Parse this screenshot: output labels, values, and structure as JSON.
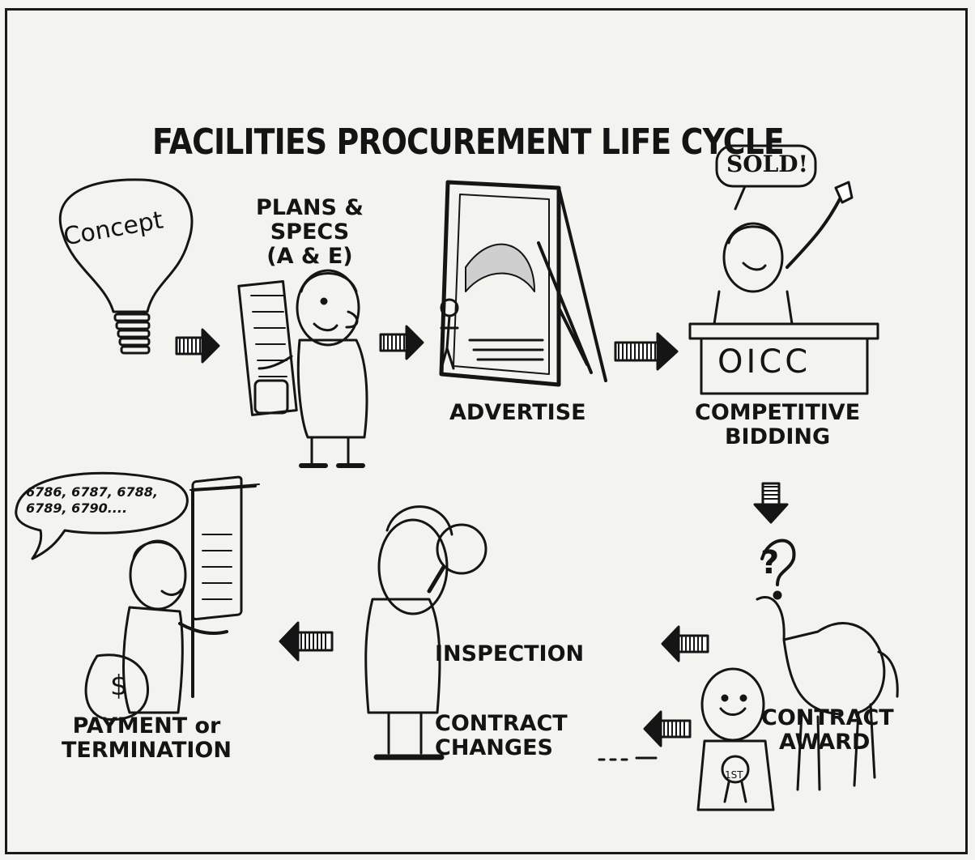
{
  "title": "FACILITIES PROCUREMENT LIFE CYCLE",
  "steps": {
    "concept": "Concept",
    "plans": [
      "PLANS &",
      "SPECS",
      "(A & E)"
    ],
    "advertise": "ADVERTISE",
    "bidding": [
      "COMPETITIVE",
      "BIDDING"
    ],
    "sign_sold": "SOLD!",
    "desk_sign": "OICC",
    "award": [
      "CONTRACT",
      "AWARD"
    ],
    "ribbon": "1ST",
    "question": "?",
    "inspection": "INSPECTION",
    "changes": [
      "CONTRACT",
      "CHANGES"
    ],
    "payment": [
      "PAYMENT or",
      "TERMINATION"
    ],
    "bubble": [
      "6786, 6787, 6788,",
      "6789, 6790...."
    ],
    "dollar": "$"
  }
}
